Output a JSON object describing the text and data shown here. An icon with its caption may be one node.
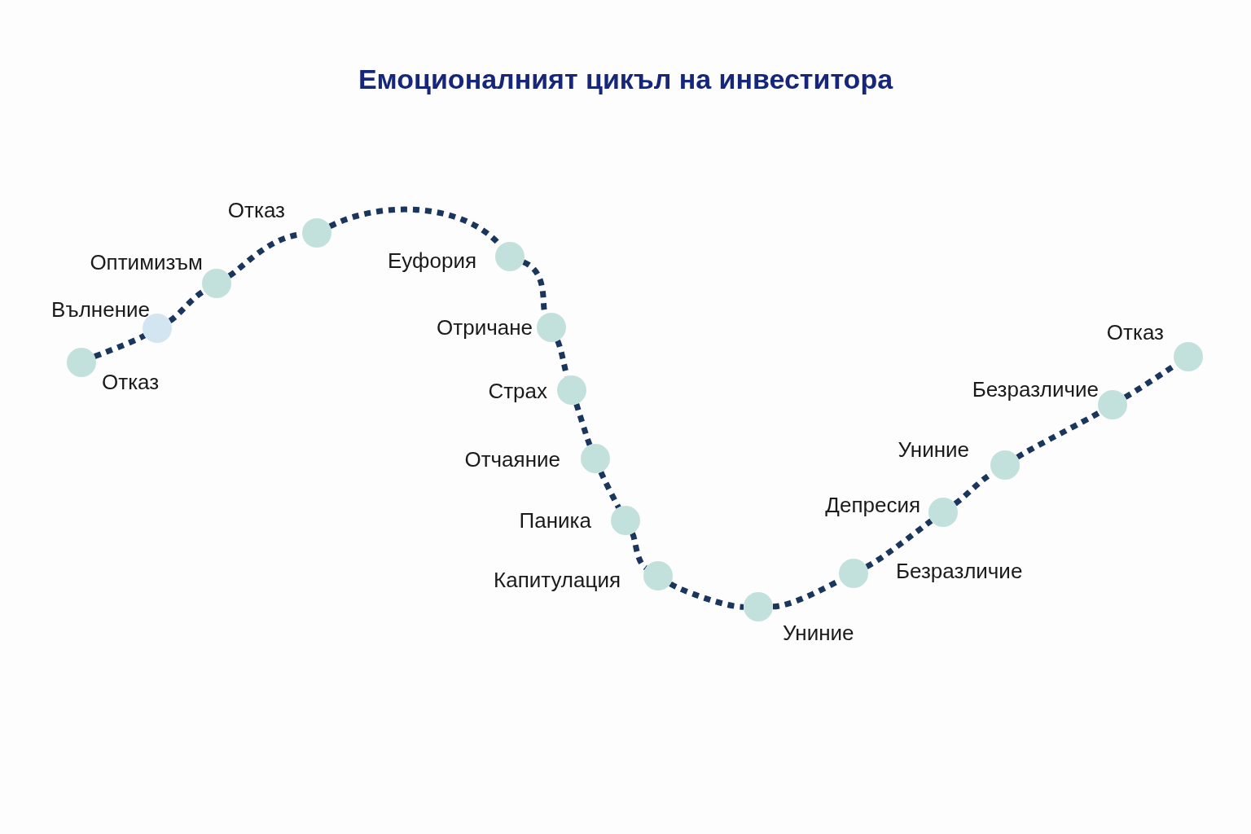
{
  "diagram": {
    "title": "Емоционалният цикъл на инвеститора",
    "nodes": [
      {
        "text": [],
        "shape": "circle",
        "beside": [
          "Отказ"
        ]
      },
      {
        "text": [],
        "shape": "circle",
        "beside": [
          "Вълнение"
        ]
      },
      {
        "text": [],
        "shape": "circle",
        "beside": [
          "Оптимизъм"
        ]
      },
      {
        "text": [],
        "shape": "circle",
        "beside": [
          "Отказ"
        ]
      },
      {
        "text": [],
        "shape": "circle",
        "beside": [
          "Еуфория"
        ]
      },
      {
        "text": [],
        "shape": "circle",
        "beside": [
          "Отричане"
        ]
      },
      {
        "text": [],
        "shape": "circle",
        "beside": [
          "Страх"
        ]
      },
      {
        "text": [],
        "shape": "circle",
        "beside": [
          "Отчаяние"
        ]
      },
      {
        "text": [],
        "shape": "circle",
        "beside": [
          "Паника"
        ]
      },
      {
        "text": [],
        "shape": "circle",
        "beside": [
          "Капитулация"
        ]
      },
      {
        "text": [],
        "shape": "circle",
        "beside": [
          "Униние"
        ]
      },
      {
        "text": [],
        "shape": "circle",
        "beside": [
          "Безразличие"
        ]
      },
      {
        "text": [],
        "shape": "circle",
        "beside": [
          "Депресия"
        ]
      },
      {
        "text": [],
        "shape": "circle",
        "beside": [
          "Униние"
        ]
      },
      {
        "text": [],
        "shape": "circle",
        "beside": [
          "Безразличие"
        ]
      },
      {
        "text": [],
        "shape": "circle",
        "beside": [
          "Отказ"
        ]
      }
    ],
    "edges": [
      {
        "from": 0,
        "to": 1,
        "arrow": "none",
        "style": "dashed"
      },
      {
        "from": 1,
        "to": 2,
        "arrow": "none",
        "style": "dashed"
      },
      {
        "from": 2,
        "to": 3,
        "arrow": "none",
        "style": "dashed"
      },
      {
        "from": 3,
        "to": 4,
        "arrow": "none",
        "style": "dashed"
      },
      {
        "from": 4,
        "to": 5,
        "arrow": "none",
        "style": "dashed"
      },
      {
        "from": 5,
        "to": 6,
        "arrow": "none",
        "style": "dashed"
      },
      {
        "from": 6,
        "to": 7,
        "arrow": "none",
        "style": "dashed"
      },
      {
        "from": 7,
        "to": 8,
        "arrow": "none",
        "style": "dashed"
      },
      {
        "from": 8,
        "to": 9,
        "arrow": "none",
        "style": "dashed"
      },
      {
        "from": 9,
        "to": 10,
        "arrow": "none",
        "style": "dashed"
      },
      {
        "from": 10,
        "to": 11,
        "arrow": "none",
        "style": "dashed"
      },
      {
        "from": 11,
        "to": 12,
        "arrow": "none",
        "style": "dashed"
      },
      {
        "from": 12,
        "to": 13,
        "arrow": "none",
        "style": "dashed"
      },
      {
        "from": 13,
        "to": 14,
        "arrow": "none",
        "style": "dashed"
      },
      {
        "from": 14,
        "to": 15,
        "arrow": "none",
        "style": "dashed"
      }
    ]
  }
}
